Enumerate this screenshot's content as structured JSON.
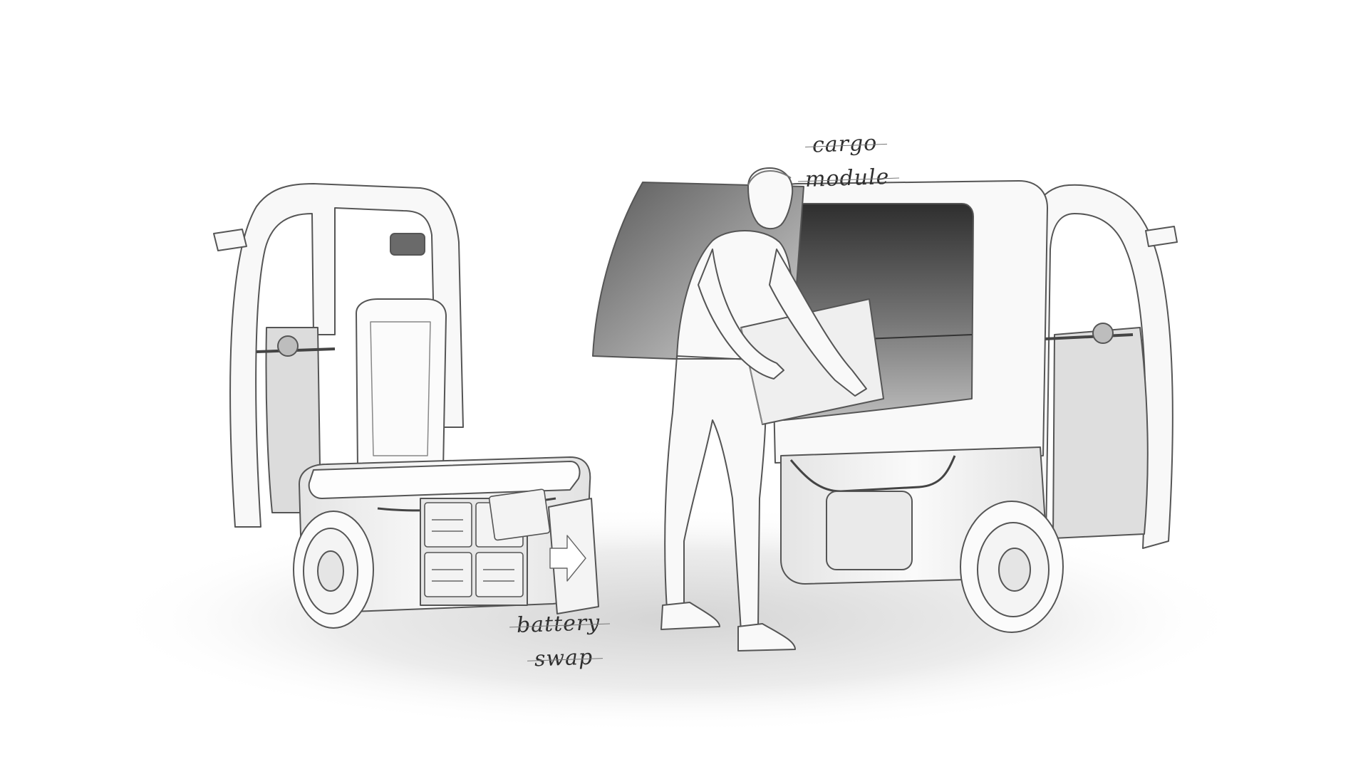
{
  "annotations": {
    "cargo_module": [
      "cargo",
      "module"
    ],
    "battery_swap": [
      "battery",
      "swap"
    ]
  },
  "colors": {
    "background": "#ffffff",
    "outline": "#555555",
    "body_fill": "#f7f7f7",
    "interior_dark": "#3c3c3c",
    "ground_shadow": "#cfcfcf"
  },
  "scene": {
    "left_vehicle": "battery-swap-vehicle",
    "right_vehicle": "cargo-module-vehicle",
    "figure": "person-loading-box"
  }
}
